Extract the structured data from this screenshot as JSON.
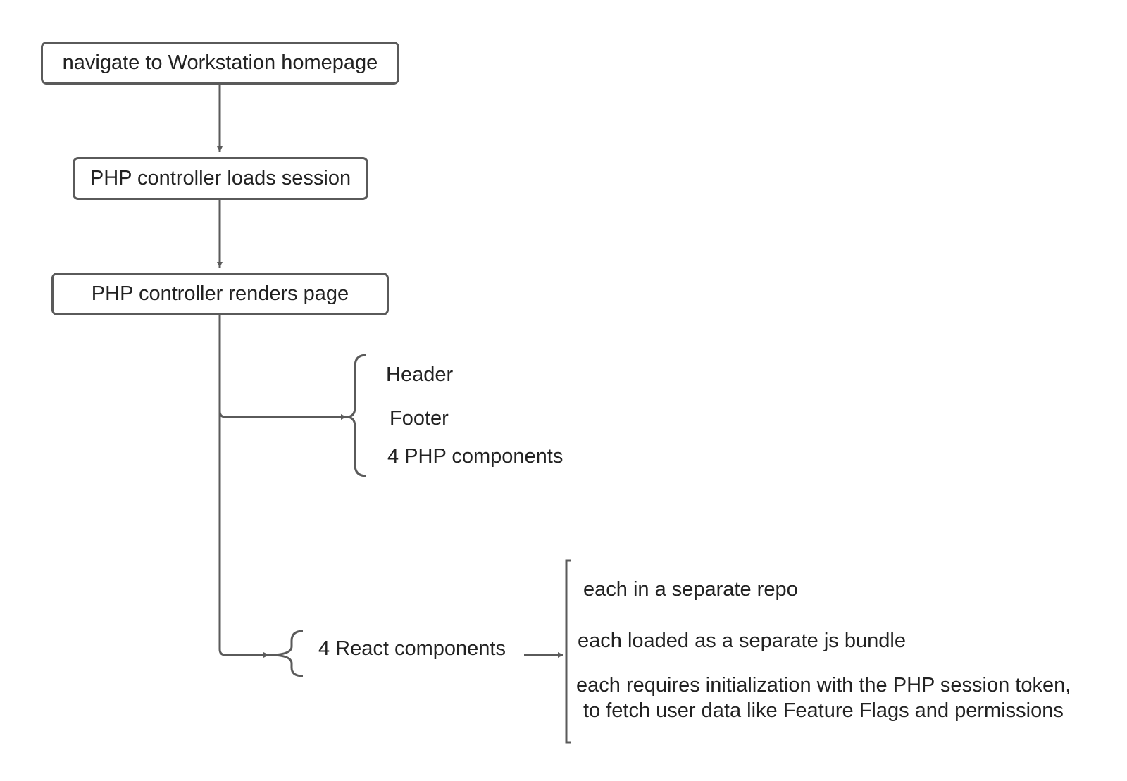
{
  "nodes": {
    "start": "navigate to Workstation homepage",
    "session": "PHP controller loads session",
    "render": "PHP controller renders page"
  },
  "php_group": [
    "Header",
    "Footer",
    "4 PHP components"
  ],
  "react_group": {
    "label": "4 React components",
    "notes": [
      "each in a separate repo",
      "each loaded as a separate js bundle",
      "each requires initialization with the PHP session token,",
      "to fetch user data like Feature Flags and permissions"
    ]
  },
  "colors": {
    "stroke": "#5a5a5a",
    "text": "#222222",
    "background": "#ffffff"
  }
}
